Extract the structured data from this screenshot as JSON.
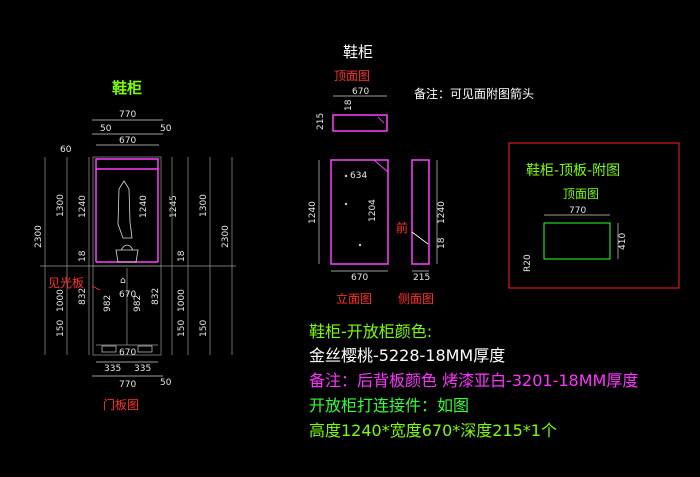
{
  "left_view": {
    "title": "鞋柜",
    "caption": "门板图",
    "side_label": "见光板",
    "dims": {
      "w_total": "770",
      "w_inner": "670",
      "w_left": "50",
      "w_right": "50",
      "h_total": "2300",
      "h_upper": "1300",
      "h_lower": "1000",
      "h_1240": "1240",
      "h_1245": "1245",
      "h_60": "60",
      "h_18a": "18",
      "h_18b": "18",
      "h_150a": "150",
      "h_150b": "150",
      "h_832a": "832",
      "h_832b": "832",
      "h_982a": "982",
      "h_982b": "982",
      "w_670b": "670",
      "w_670c": "670",
      "w_335a": "335",
      "w_335b": "335",
      "w_770b": "770",
      "w_50b": "50",
      "h_1300r": "1300",
      "h_2300r": "2300",
      "h_1000r": "1000",
      "h_18r": "18",
      "h_150r": "150",
      "h_1300l2": "1300"
    }
  },
  "right_view": {
    "title": "鞋柜",
    "top_caption": "顶面图",
    "front_caption": "立面图",
    "side_caption": "侧面图",
    "front_mark": "前",
    "dims": {
      "top_w": "670",
      "top_d": "215",
      "top_18": "18",
      "front_w": "670",
      "front_h": "1240",
      "front_634": "634",
      "front_1204": "1204",
      "side_w": "215",
      "side_h": "1240",
      "side_18": "18"
    }
  },
  "note_top": "备注：可见面附图箭头",
  "attach_box": {
    "title": "鞋柜-顶板-附图",
    "subtitle": "顶面图",
    "w": "770",
    "d": "410",
    "radius": "R20"
  },
  "notes": [
    {
      "text": "鞋柜-开放柜颜色:",
      "color": "#7CFC00"
    },
    {
      "text": "金丝樱桃-5228-18MM厚度",
      "color": "#ffffff"
    },
    {
      "text": "备注：后背板颜色 烤漆亚白-3201-18MM厚度",
      "color": "#ff33ff"
    },
    {
      "text": "开放柜打连接件：如图",
      "color": "#33ff33"
    },
    {
      "text": "高度1240*宽度670*深度215*1个",
      "color": "#7CFC00"
    }
  ],
  "colors": {
    "background": "#000000",
    "cabinet": "#ff40ff",
    "attach_border": "#ff2020",
    "attach_rect": "#33ff33"
  }
}
